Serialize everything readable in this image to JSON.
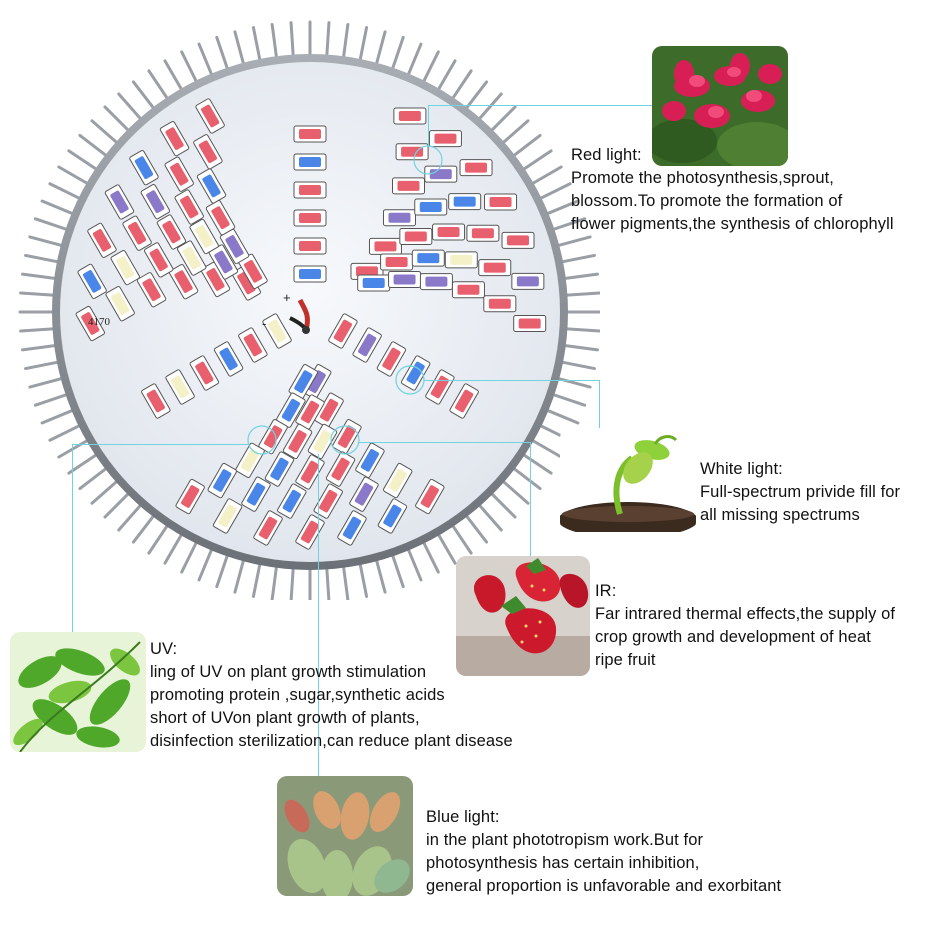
{
  "lamp": {
    "board_label": "4170",
    "polarity_plus": "+",
    "polarity_minus": "-"
  },
  "colors": {
    "red_led": "#e8606e",
    "blue_led": "#4a86e8",
    "white_led": "#f4f0c8",
    "uv_led": "#8a78c8",
    "board": "#eef1f6",
    "leader_line": "#6fd3e0"
  },
  "sections": {
    "red": {
      "title": "Red light:",
      "lines": [
        "Promote the photosynthesis,sprout,",
        "blossom.To promote the formation of",
        "flower pigments,the synthesis of chlorophyll"
      ],
      "image_icon": "red-flower-photo"
    },
    "white": {
      "title": "White light:",
      "lines": [
        "Full-spectrum privide fill for",
        "all missing spectrums"
      ],
      "image_icon": "seedling-sprout-photo"
    },
    "ir": {
      "title": "IR:",
      "lines": [
        "Far intrared thermal effects,the supply of",
        "crop growth and development of heat",
        "ripe fruit"
      ],
      "image_icon": "strawberries-photo"
    },
    "uv": {
      "title": "UV:",
      "lines": [
        "ling of UV on plant growth stimulation",
        "promoting protein ,sugar,synthetic acids",
        "short of UVon plant growth of plants,",
        "disinfection sterilization,can reduce plant disease"
      ],
      "image_icon": "green-leaves-photo"
    },
    "blue": {
      "title": "Blue light:",
      "lines": [
        "in the plant phototropism work.But for",
        "photosynthesis has certain inhibition,",
        "general proportion is unfavorable and exorbitant"
      ],
      "image_icon": "succulent-plants-photo"
    }
  }
}
